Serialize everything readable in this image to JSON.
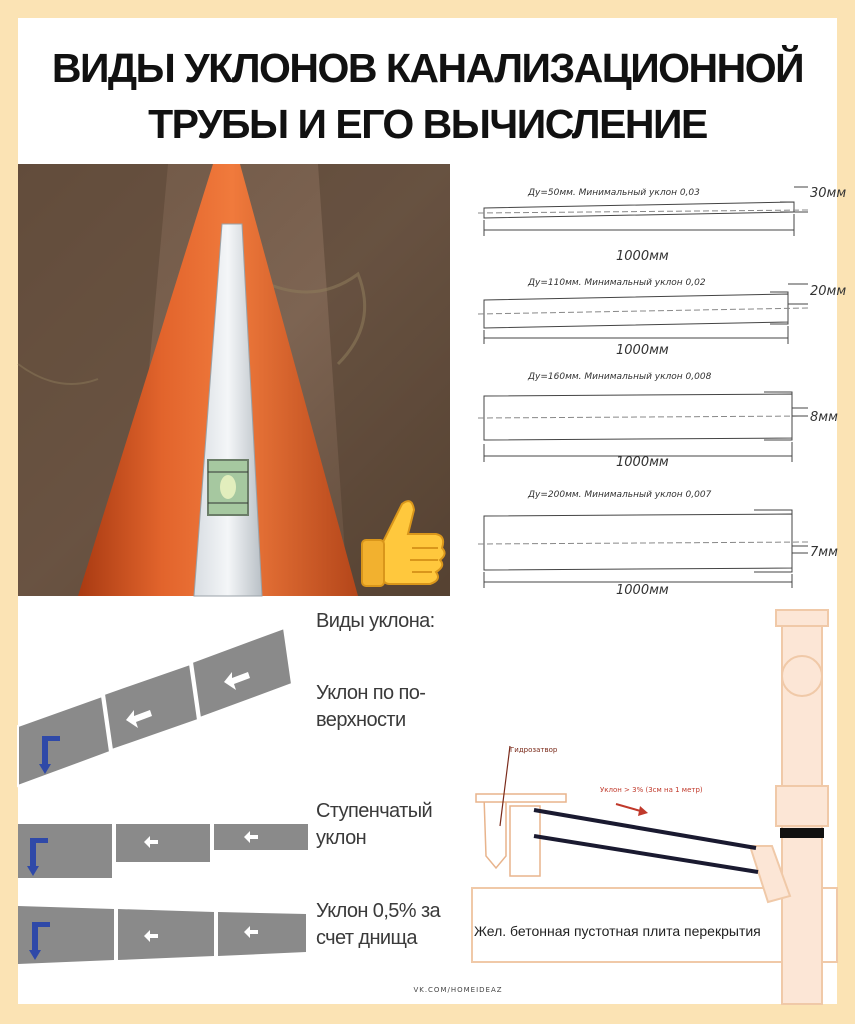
{
  "title": {
    "line1": "ВИДЫ УКЛОНОВ КАНАЛИЗАЦИОННОЙ",
    "line2": "ТРУБЫ И ЕГО ВЫЧИСЛЕНИЕ"
  },
  "pipe_diagram": {
    "length_label": "1000мм",
    "rows": [
      {
        "caption": "Ду=50мм. Минимальный уклон 0,03",
        "drop": "30мм"
      },
      {
        "caption": "Ду=110мм. Минимальный уклон 0,02",
        "drop": "20мм"
      },
      {
        "caption": "Ду=160мм. Минимальный уклон 0,008",
        "drop": "8мм"
      },
      {
        "caption": "Ду=200мм. Минимальный уклон 0,007",
        "drop": "7мм"
      }
    ]
  },
  "slope_types": {
    "heading": "Виды уклона:",
    "items": [
      {
        "line1": "Уклон по по-",
        "line2": "верхности"
      },
      {
        "line1": "Ступенчатый",
        "line2": "уклон"
      },
      {
        "line1": "Уклон 0,5% за",
        "line2": "счет днища"
      }
    ]
  },
  "floor_diagram": {
    "trap_label": "Гидрозатвор",
    "slope_label": "Уклон > 3% (3см на 1 метр)",
    "slab_label": "Жел. бетонная пустотная плита перекрытия"
  },
  "footer": "VK.COM/HOMEIDEAZ",
  "colors": {
    "frame": "#fbe3b4",
    "pipe": "#d95a26",
    "accent_arrow": "#2f49a8",
    "slope_arrow": "#c0392b"
  }
}
